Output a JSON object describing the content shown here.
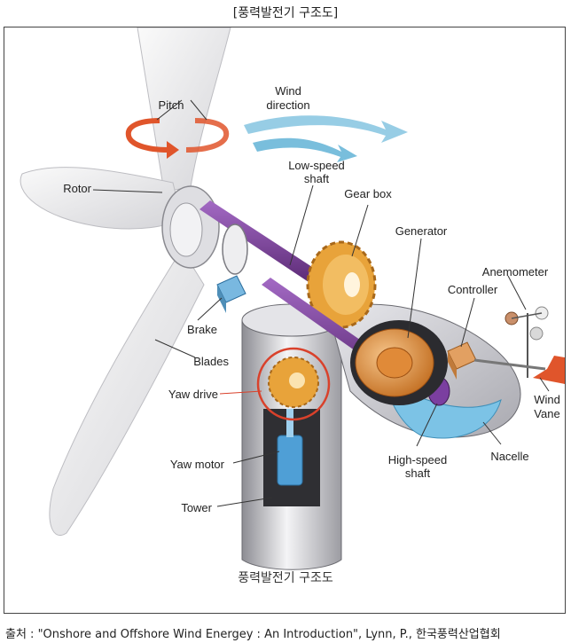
{
  "page_title": "[풍력발전기 구조도]",
  "figure_caption": "풍력발전기 구조도",
  "source_line": "출처 : \"Onshore and Offshore Wind Energey : An Introduction\", Lynn, P., 한국풍력산업협회",
  "labels": {
    "pitch": "Pitch",
    "wind_direction_1": "Wind",
    "wind_direction_2": "direction",
    "rotor": "Rotor",
    "low_speed_shaft_1": "Low-speed",
    "low_speed_shaft_2": "shaft",
    "gear_box": "Gear box",
    "generator": "Generator",
    "anemometer": "Anemometer",
    "controller": "Controller",
    "brake": "Brake",
    "blades": "Blades",
    "yaw_drive": "Yaw drive",
    "yaw_motor": "Yaw motor",
    "tower": "Tower",
    "high_speed_shaft_1": "High-speed",
    "high_speed_shaft_2": "shaft",
    "nacelle": "Nacelle",
    "wind_vane_1": "Wind",
    "wind_vane_2": "Vane"
  },
  "colors": {
    "pitch_arrow": "#e0552b",
    "wind_arrow": "#6ab7d8",
    "shaft": "#7b3fa0",
    "gear": "#e8a33a",
    "generator_core": "#d9822b",
    "controller": "#e2a062",
    "brake": "#79b8e0",
    "yaw_motor": "#4f9fd6",
    "nacelle_panel": "#7cc3e6",
    "yaw_highlight": "#d9412b"
  }
}
